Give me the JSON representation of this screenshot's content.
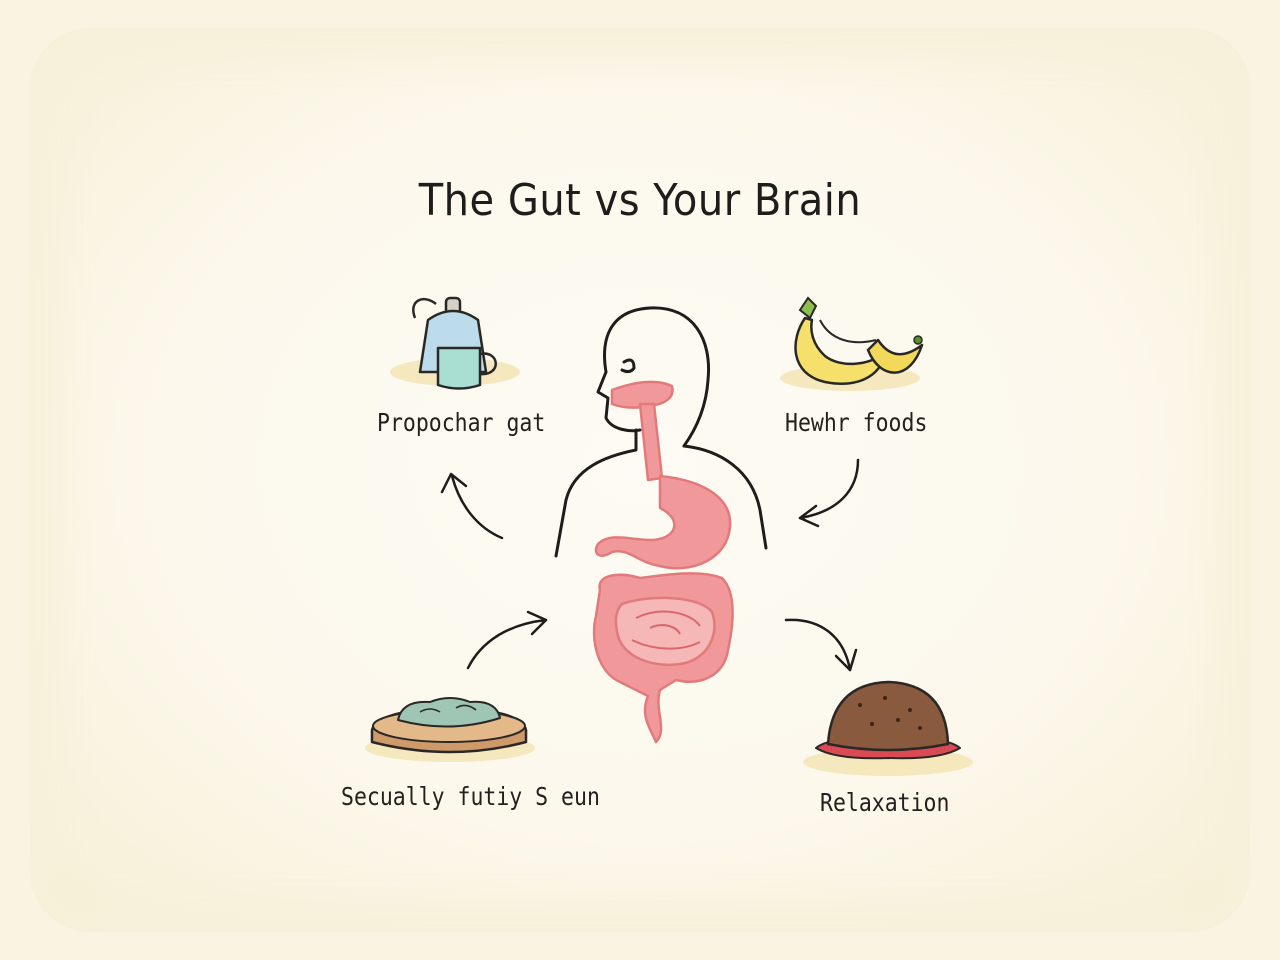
{
  "diagram": {
    "title": "The Gut vs Your Brain",
    "labels": {
      "top_left": "Propochar gat",
      "top_right": "Hewhr foods",
      "bottom_left": "Secually futiy S eun",
      "bottom_right": "Relaxation"
    },
    "illustrations": {
      "top_left": "teapot-and-cup-icon",
      "top_right": "bananas-icon",
      "bottom_left": "dish-icon",
      "bottom_right": "bread-loaf-icon",
      "center": "human-digestive-system"
    },
    "colors": {
      "background": "#fcf8ec",
      "ink": "#1f1d1b",
      "gut_pink": "#f1999a",
      "gut_outline": "#e27a7c",
      "teal": "#bfe0de",
      "banana": "#f4e06a",
      "plate": "#d9a878",
      "bread": "#8a5a3e",
      "cloth": "#d94a55"
    }
  }
}
